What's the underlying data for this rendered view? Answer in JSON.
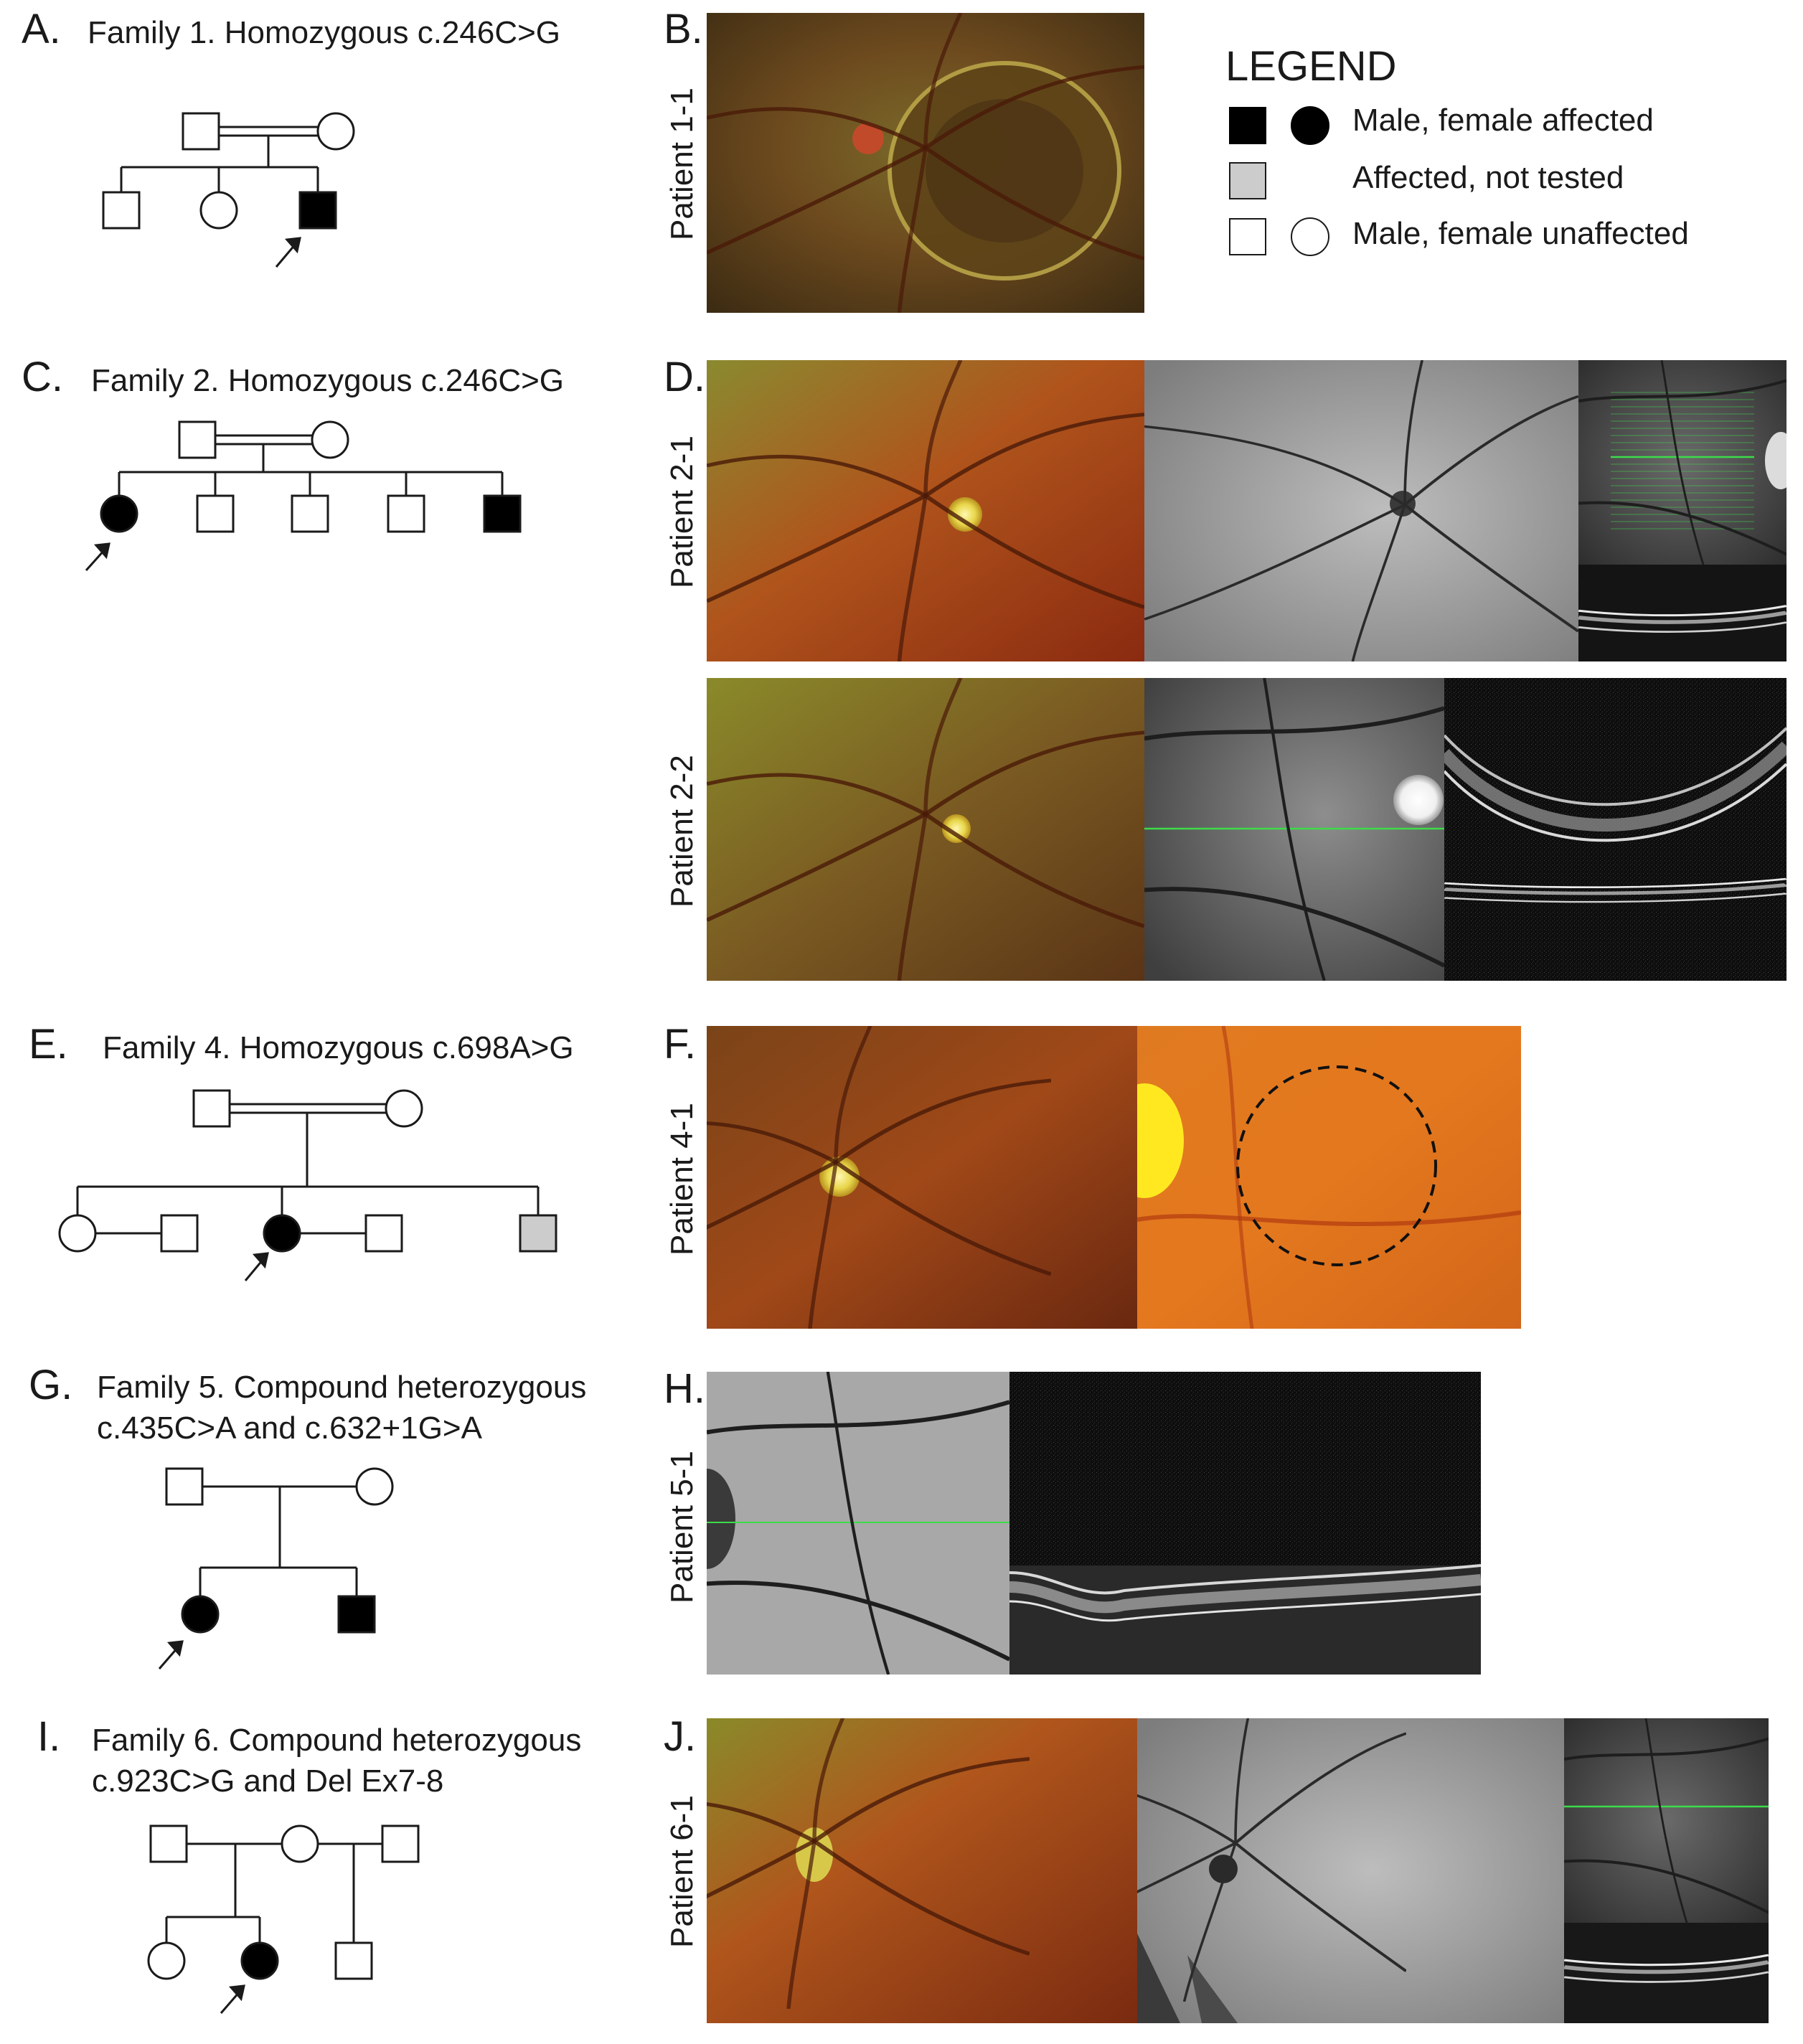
{
  "legend": {
    "title": "LEGEND",
    "items": [
      {
        "label": "Male, female affected"
      },
      {
        "label": "Affected, not tested"
      },
      {
        "label": "Male, female unaffected"
      }
    ]
  },
  "colors": {
    "affected": "#000000",
    "not_tested": "#cccccc",
    "unaffected": "#ffffff",
    "dashed_circle": "#111111",
    "oct_green_line": "#3ddc4a"
  },
  "panels": [
    {
      "letter": "A.",
      "title_lines": [
        "Family 1. Homozygous c.246C>G"
      ]
    },
    {
      "letter": "B.",
      "patient": "Patient 1-1"
    },
    {
      "letter": "C.",
      "title_lines": [
        "Family 2. Homozygous c.246C>G"
      ]
    },
    {
      "letter": "D.",
      "patients": [
        "Patient 2-1",
        "Patient 2-2"
      ]
    },
    {
      "letter": "E.",
      "title_lines": [
        "Family 4. Homozygous c.698A>G"
      ]
    },
    {
      "letter": "F.",
      "patient": "Patient 4-1"
    },
    {
      "letter": "G.",
      "title_lines": [
        "Family 5. Compound heterozygous",
        "c.435C>A and c.632+1G>A"
      ]
    },
    {
      "letter": "H.",
      "patient": "Patient 5-1"
    },
    {
      "letter": "I.",
      "title_lines": [
        "Family 6. Compound heterozygous",
        "c.923C>G and Del Ex7-8"
      ]
    },
    {
      "letter": "J.",
      "patient": "Patient 6-1"
    }
  ],
  "image_icons": [
    "fundus-photo-icon",
    "autofluorescence-icon",
    "infrared-icon",
    "oct-scan-icon"
  ]
}
